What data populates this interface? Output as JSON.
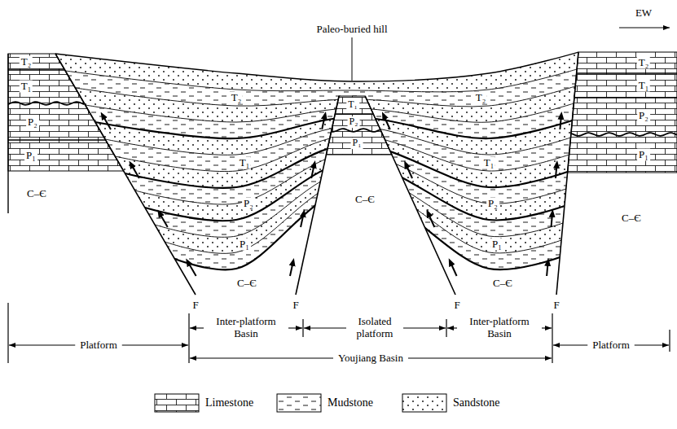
{
  "diagram": {
    "labels": [
      "EW",
      "Paleo-buried hill",
      "T₂",
      "T₁",
      "P₂",
      "P₁",
      "C–Є",
      "T₂",
      "T₁",
      "P₂",
      "P₁",
      "C–Є",
      "T₁",
      "P₂",
      "P₁",
      "C–Є",
      "T₂",
      "T₁",
      "P₂",
      "P₁",
      "C–Є",
      "T₂",
      "T₁",
      "P₂",
      "P₁",
      "C–Є",
      "F",
      "F",
      "F",
      "F",
      "Inter-platform Basin",
      "Isolated platform",
      "Inter-platform Basin",
      "Platform",
      "Youjiang Basin",
      "Platform"
    ],
    "legend": [
      {
        "text": "Limestone"
      },
      {
        "text": "Mudstone"
      },
      {
        "text": "Sandstone"
      }
    ]
  }
}
